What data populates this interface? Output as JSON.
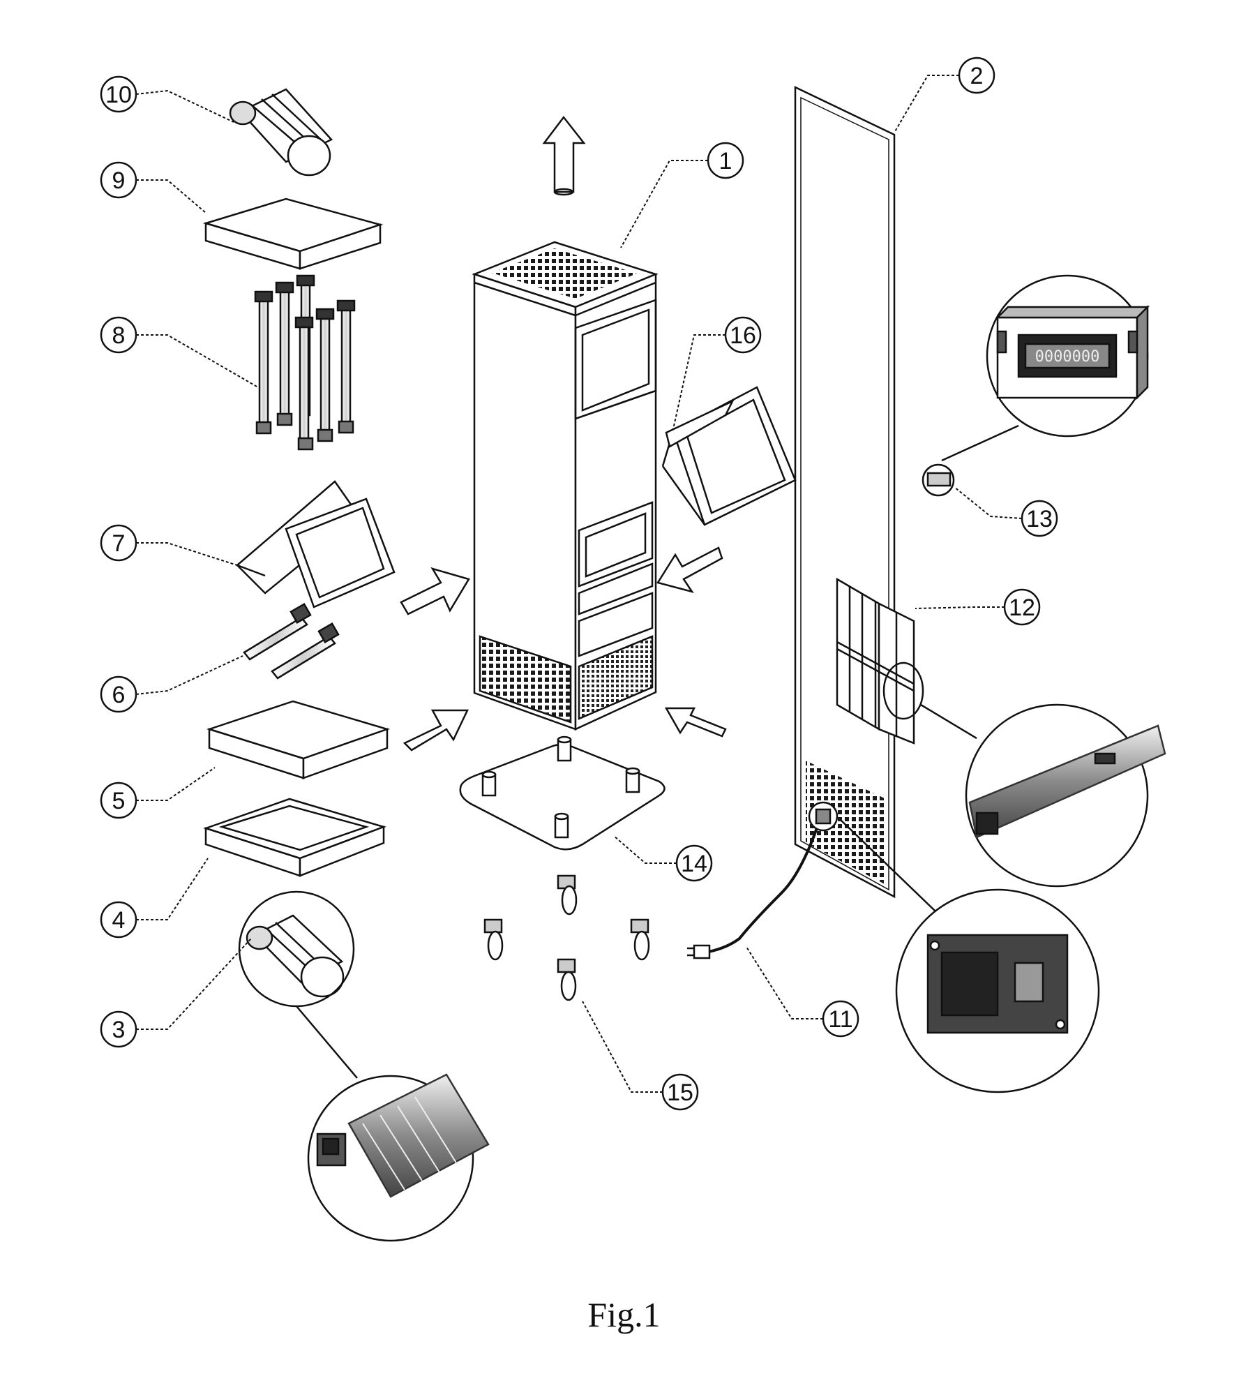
{
  "figure": {
    "caption": "Fig.1"
  },
  "callouts": [
    {
      "id": "callout-1",
      "label": "1"
    },
    {
      "id": "callout-2",
      "label": "2"
    },
    {
      "id": "callout-3",
      "label": "3"
    },
    {
      "id": "callout-4",
      "label": "4"
    },
    {
      "id": "callout-5",
      "label": "5"
    },
    {
      "id": "callout-6",
      "label": "6"
    },
    {
      "id": "callout-7",
      "label": "7"
    },
    {
      "id": "callout-8",
      "label": "8"
    },
    {
      "id": "callout-9",
      "label": "9"
    },
    {
      "id": "callout-10",
      "label": "10"
    },
    {
      "id": "callout-11",
      "label": "11"
    },
    {
      "id": "callout-12",
      "label": "12"
    },
    {
      "id": "callout-13",
      "label": "13"
    },
    {
      "id": "callout-14",
      "label": "14"
    },
    {
      "id": "callout-15",
      "label": "15"
    },
    {
      "id": "callout-16",
      "label": "16"
    }
  ],
  "display_readout": "0000000",
  "icons": {
    "airflow": "arrow-icon",
    "fan": "blower-fan-icon",
    "plug": "power-plug-icon"
  },
  "colors": {
    "line": "#111111",
    "mesh": "#1a1a1a",
    "paper": "#ffffff",
    "shade": "#d9d9d9"
  }
}
